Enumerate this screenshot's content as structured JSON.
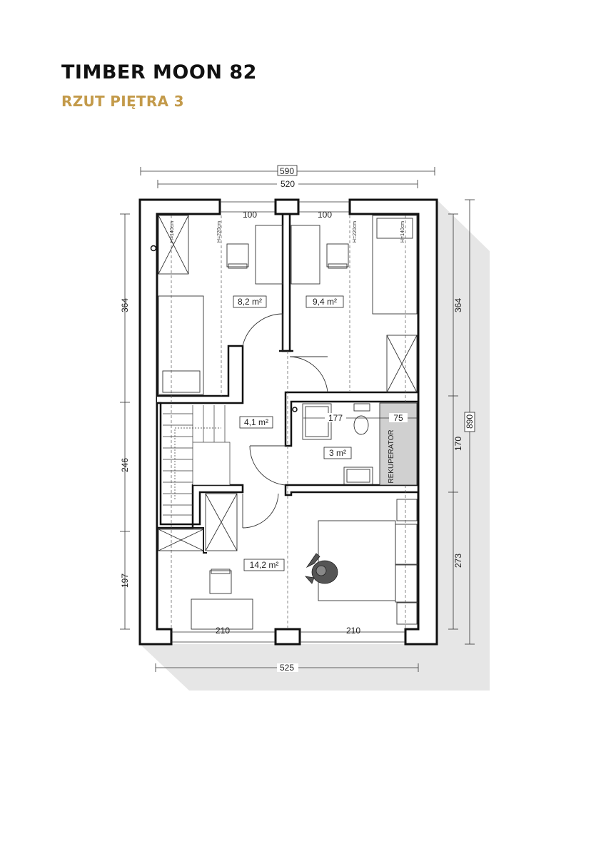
{
  "header": {
    "title": "TIMBER MOON 82",
    "subtitle": "RZUT PIĘTRA 3"
  },
  "colors": {
    "title": "#111111",
    "subtitle": "#c39a4a",
    "wall": "#111111",
    "shadow": "#e6e6e6",
    "recuperator_fill": "#d0d0d0"
  },
  "dimensions": {
    "top_outer": "590",
    "top_inner": "520",
    "window_left": "100",
    "window_right": "100",
    "bottom_left": "210",
    "bottom_right": "210",
    "bottom_total": "525",
    "left_top": "364",
    "left_mid": "246",
    "left_bottom": "197",
    "right_top": "364",
    "right_mid": "170",
    "right_bottom": "273",
    "right_total": "890",
    "bath_width": "177",
    "recup_width": "75"
  },
  "rooms": {
    "bedroom_left": "8,2 m²",
    "bedroom_right": "9,4 m²",
    "hall": "4,1 m²",
    "bathroom": "3 m²",
    "bedroom_bottom": "14,2 m²"
  },
  "labels": {
    "recuperator": "REKUPERATOR",
    "height_left_a": "H=140cm",
    "height_left_b": "H=220cm",
    "height_right_a": "H=220cm",
    "height_right_b": "H=140cm"
  }
}
